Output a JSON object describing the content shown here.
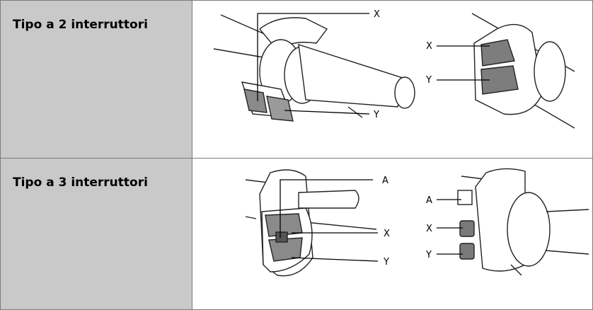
{
  "rows": [
    {
      "label": "Tipo a 2 interruttori",
      "callouts": {
        "left_x": "X",
        "left_y": "Y",
        "right_x": "X",
        "right_y": "Y"
      }
    },
    {
      "label": "Tipo a 3 interruttori",
      "callouts": {
        "left_a": "A",
        "left_x": "X",
        "left_y": "Y",
        "right_a": "A",
        "right_x": "X",
        "right_y": "Y"
      }
    }
  ]
}
